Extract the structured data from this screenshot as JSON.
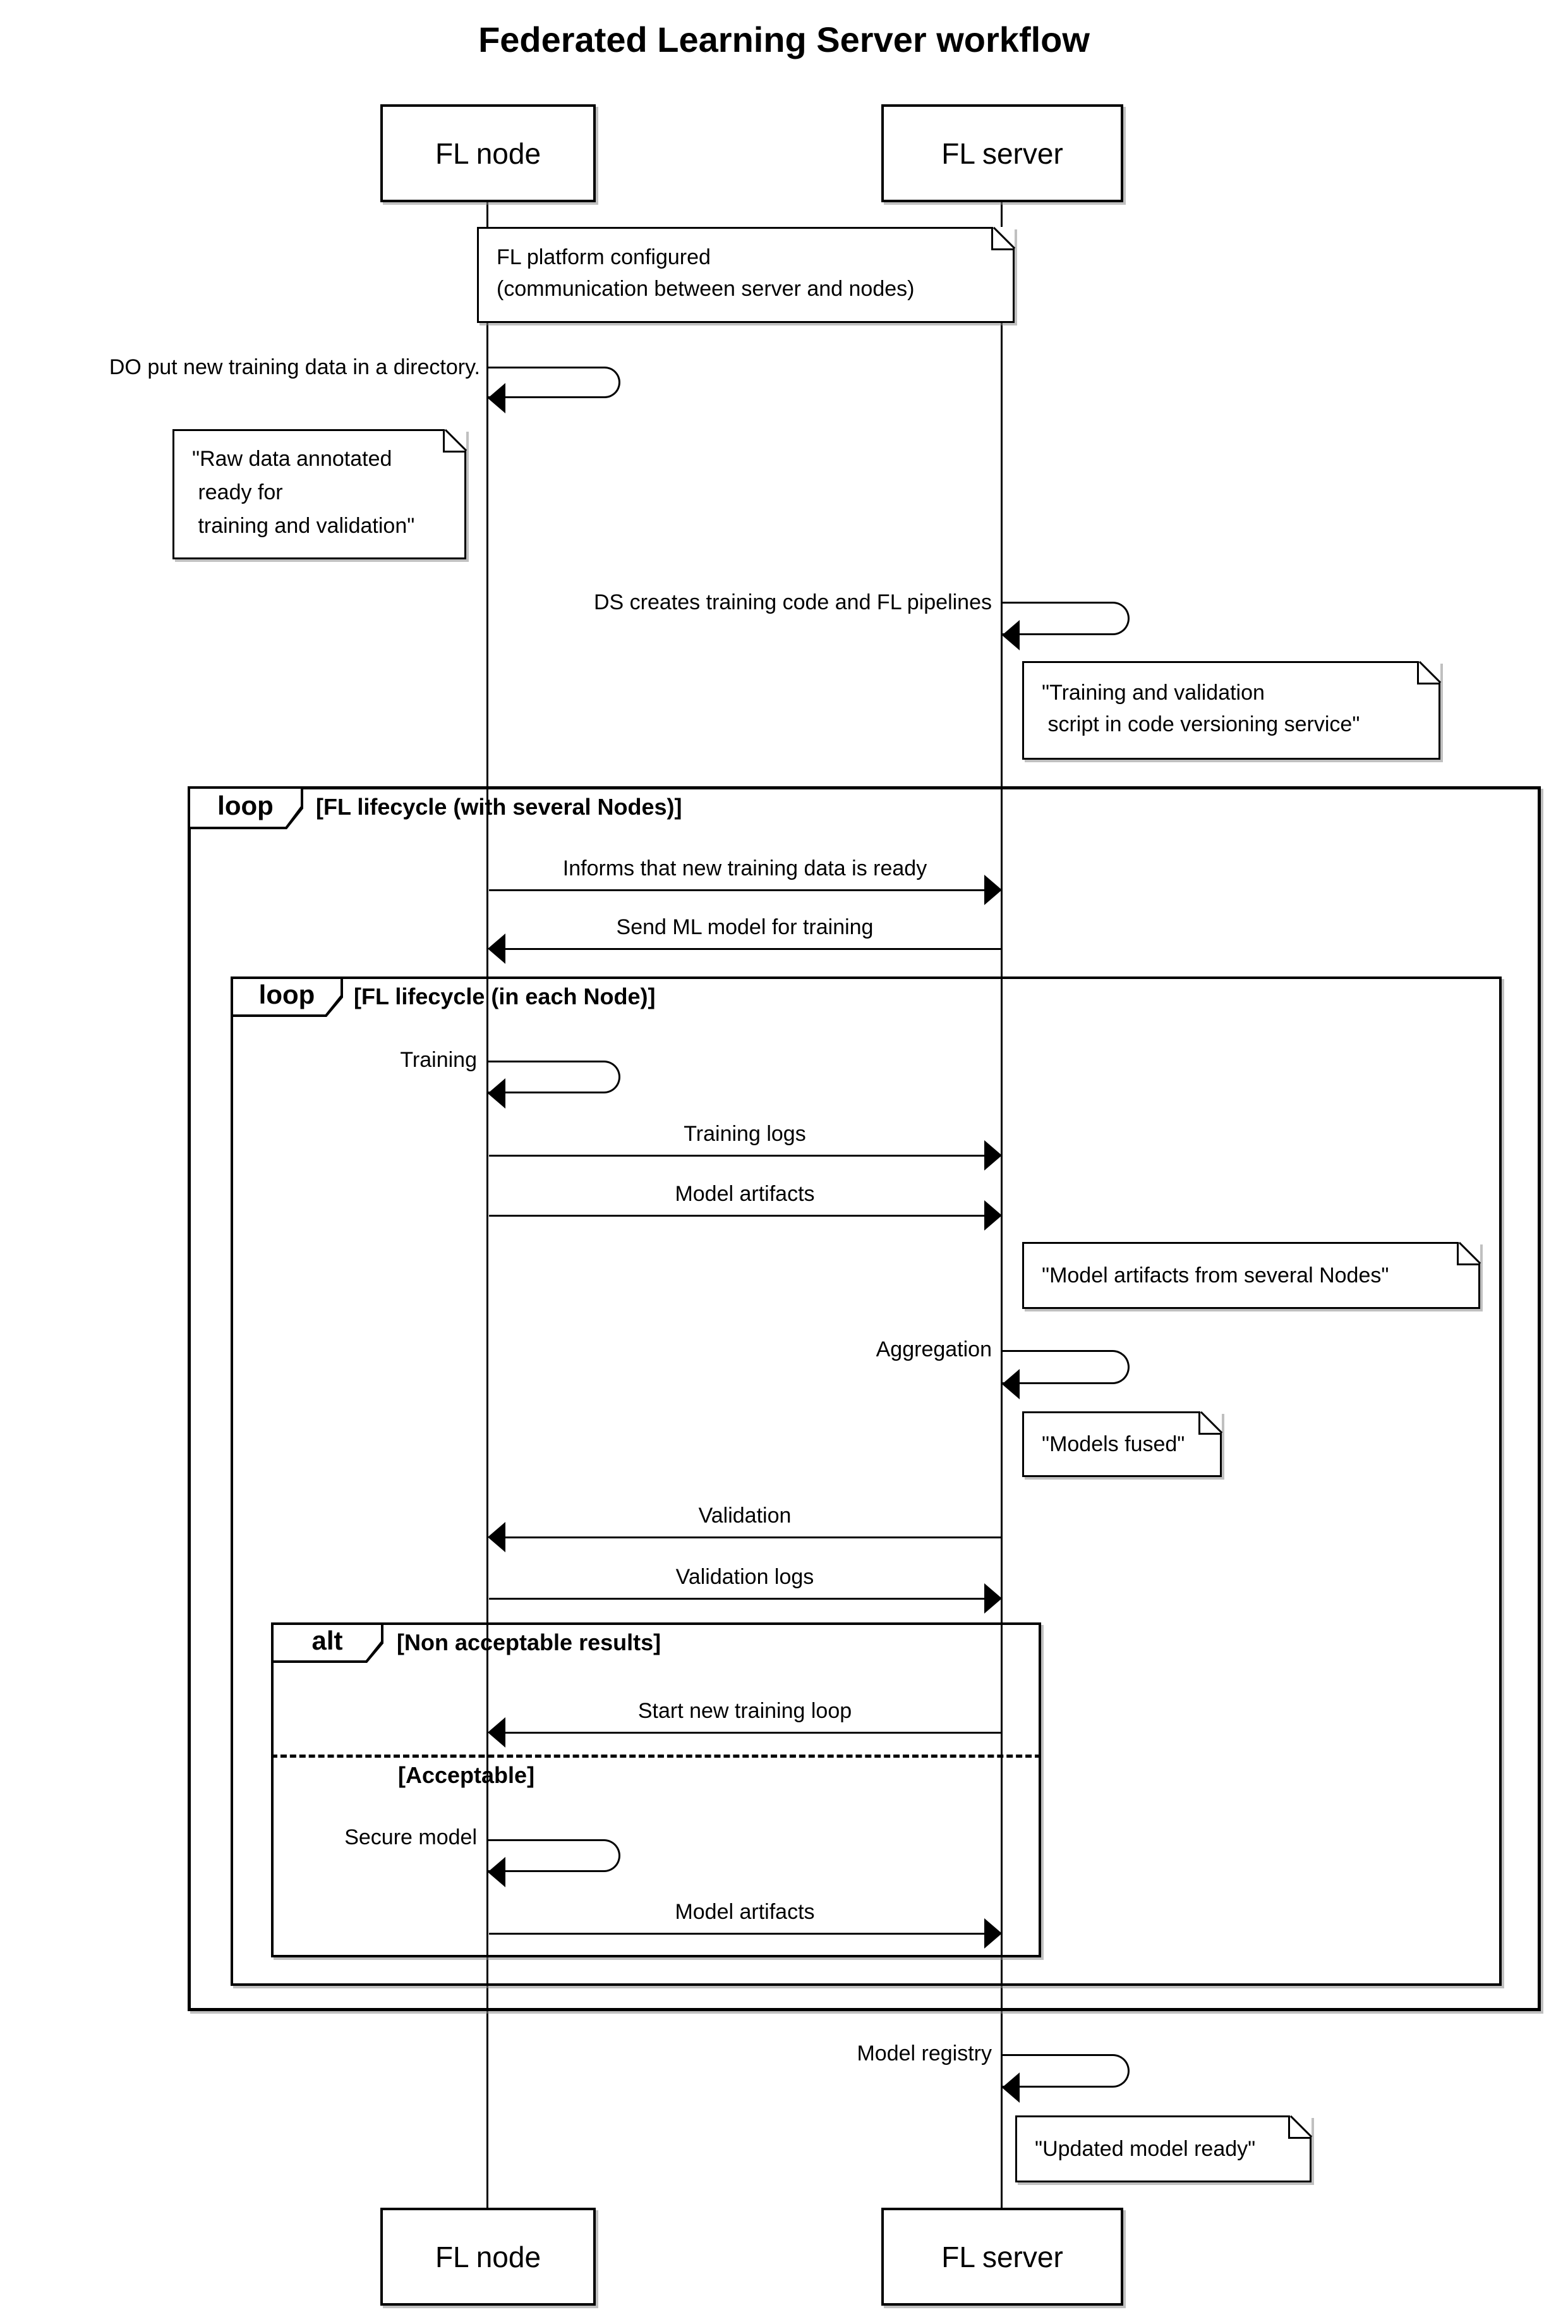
{
  "title": "Federated Learning Server workflow",
  "participants": {
    "node": "FL node",
    "server": "FL server"
  },
  "frames": {
    "outer_loop": {
      "label": "loop",
      "condition": "[FL lifecycle (with several Nodes)]"
    },
    "inner_loop": {
      "label": "loop",
      "condition": "[FL lifecycle (in each Node)]"
    },
    "alt": {
      "label": "alt",
      "condition": "[Non acceptable results]",
      "divider_label": "[Acceptable]"
    }
  },
  "messages": {
    "do_put": "DO put new training data in a directory.",
    "ds_creates": "DS creates training code and FL pipelines",
    "informs": "Informs that new training data is ready",
    "send_model": "Send ML model for training",
    "training": "Training",
    "training_logs": "Training logs",
    "model_artifacts_1": "Model artifacts",
    "aggregation": "Aggregation",
    "validation": "Validation",
    "validation_logs": "Validation logs",
    "start_new_loop": "Start new training loop",
    "secure_model": "Secure model",
    "model_artifacts_2": "Model artifacts",
    "model_registry": "Model registry"
  },
  "notes": {
    "platform": "FL platform configured\n(communication between server and nodes)",
    "raw_data": "\"Raw data annotated\n ready for\n training and validation\"",
    "training_script": "\"Training and validation\n script in code versioning service\"",
    "model_artifacts": "\"Model artifacts from several Nodes\"",
    "models_fused": "\"Models fused\"",
    "updated_model": "\"Updated model ready\""
  },
  "colors": {
    "line": "#000000",
    "background": "#ffffff",
    "shadow": "#8c8c8c"
  }
}
